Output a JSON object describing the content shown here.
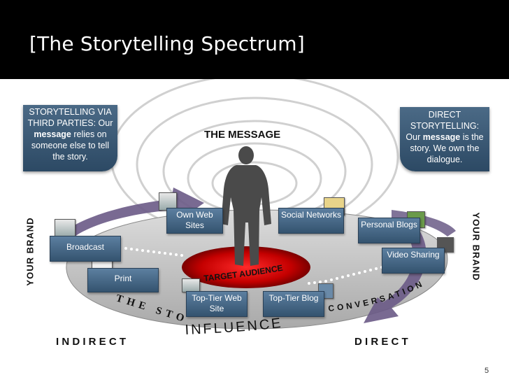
{
  "title": "[The Storytelling Spectrum]",
  "left_callout": {
    "line1": "STORYTELLING VIA THIRD PARTIES: Our",
    "bold": "message",
    "line2": "relies on someone else to tell the story."
  },
  "right_callout": {
    "line1": "DIRECT STORYTELLING: Our",
    "bold": "message",
    "line2": "is the story. We own the dialogue."
  },
  "message_label": "THE MESSAGE",
  "channels": {
    "own_web_sites": "Own Web Sites",
    "social_networks": "Social Networks",
    "personal_blogs": "Personal Blogs",
    "video_sharing": "Video Sharing",
    "broadcast": "Broadcast",
    "print": "Print",
    "top_tier_web_site": "Top-Tier Web Site",
    "top_tier_blog": "Top-Tier Blog"
  },
  "target_audience": "TARGET AUDIENCE",
  "the_story": "THE STORY",
  "influence": "INFLUENCE",
  "conversation": "CONVERSATION",
  "your_brand_left": "YOUR BRAND",
  "your_brand_right": "YOUR BRAND",
  "indirect": "I N D I R E C T",
  "direct": "D I R E C T",
  "page_number": "5",
  "icons": [
    "tv-icon",
    "newspaper-icon",
    "edit-icon",
    "network-icon",
    "rss-icon",
    "film-icon",
    "monitor-icon",
    "rss-icon"
  ]
}
